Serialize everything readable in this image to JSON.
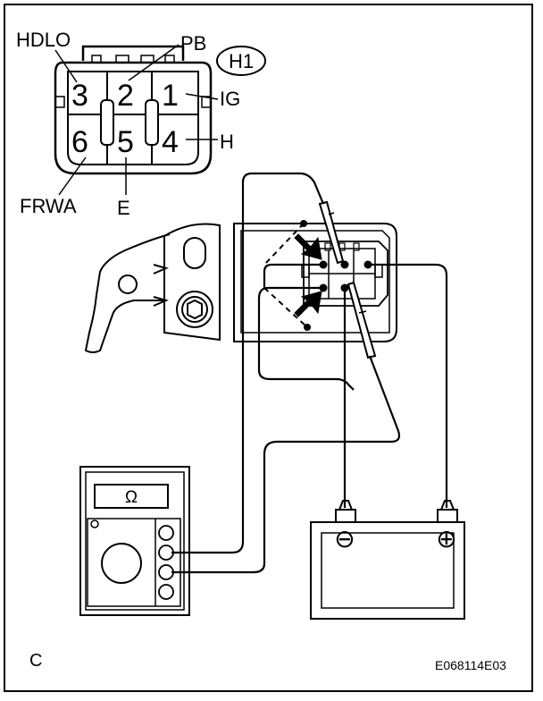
{
  "connector": {
    "id": "H1",
    "pins": [
      {
        "number": "3",
        "name": "HDLO"
      },
      {
        "number": "2",
        "name": "PB"
      },
      {
        "number": "1",
        "name": "IG"
      },
      {
        "number": "6",
        "name": "FRWA"
      },
      {
        "number": "5",
        "name": "E"
      },
      {
        "number": "4",
        "name": "H"
      }
    ]
  },
  "meter": {
    "symbol": "Ω"
  },
  "battery": {
    "negative_symbol": "⊖",
    "positive_symbol": "⊕"
  },
  "corner_label": "C",
  "figure_code": "E068114E03"
}
